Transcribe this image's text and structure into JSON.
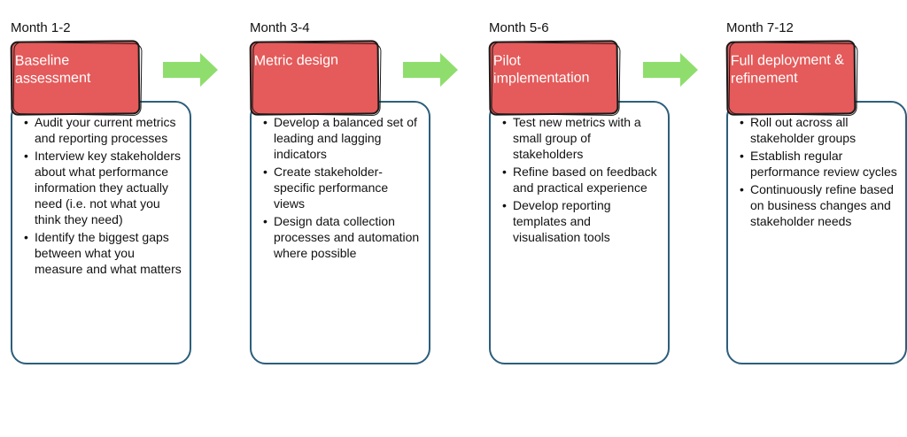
{
  "phases": [
    {
      "month": "Month 1-2",
      "title": "Baseline assessment",
      "bullets": [
        "Audit your current metrics and reporting processes",
        "Interview key stakeholders about what performance information they actually need (i.e. not what you think they need)",
        "Identify the biggest gaps between what you measure and what matters"
      ]
    },
    {
      "month": "Month 3-4",
      "title": "Metric design",
      "bullets": [
        "Develop a balanced set of leading and lagging indicators",
        "Create stakeholder-specific performance views",
        "Design data collection processes and automation where possible"
      ]
    },
    {
      "month": "Month 5-6",
      "title": "Pilot implementation",
      "bullets": [
        "Test new metrics with a small group of stakeholders",
        "Refine based on feedback and practical experience",
        "Develop reporting templates and visualisation tools"
      ]
    },
    {
      "month": "Month 7-12",
      "title": "Full deployment & refinement",
      "bullets": [
        "Roll out across all stakeholder groups",
        "Establish regular performance review cycles",
        "Continuously refine based on business changes and stakeholder needs"
      ]
    }
  ],
  "colors": {
    "header_fill": "#e55a5a",
    "card_border": "#2d5e7b",
    "arrow_fill": "#8fde6d"
  }
}
